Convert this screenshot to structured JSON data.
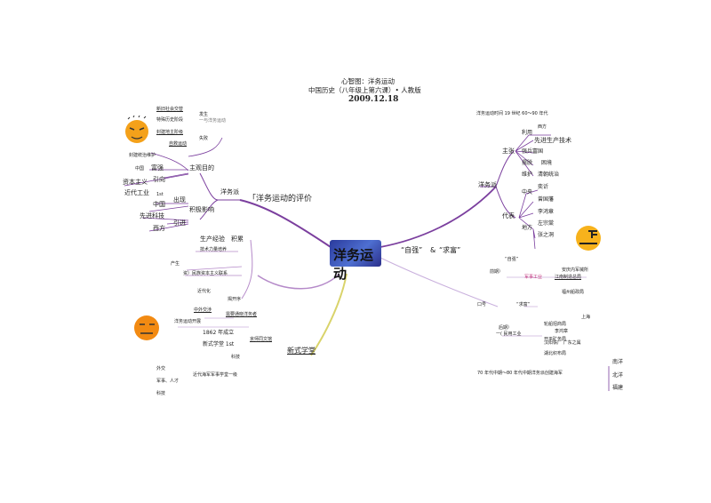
{
  "header": {
    "title": "心智图：洋务运动",
    "subtitle": "中国历史（八年级上第六课）• 人教版",
    "date": "2009.12.18"
  },
  "center": {
    "label": "洋务运动"
  },
  "left_upper": {
    "top_list": [
      "新旧社会交替",
      "特殊历史阶段",
      "封建地主阶级",
      "自救运动"
    ],
    "top_right": [
      "发生",
      "一与洋务运动",
      "失败"
    ],
    "conservative": "封建统治维护",
    "branch": "洋务派",
    "main_purpose": "主观目的",
    "objective_effect": "积极影响",
    "items": [
      "富强",
      "引向",
      "资本主义",
      "近代工业",
      "出现",
      "中国",
      "先进科技",
      "引进",
      "西方"
    ],
    "small": [
      "中国",
      "1st"
    ],
    "evaluation": "洋务运动的评价"
  },
  "left_lower": {
    "production": "生产经验",
    "accumulate": "积累",
    "tech": "技术力量培养",
    "produce": "产生",
    "bourgeoisie": "资）民族资本主义联系",
    "modernize": "近代化",
    "start": "揭开序",
    "mid_labels": [
      "中外交涉",
      "需要通晓洋务者",
      "洋务运动开展"
    ],
    "year": "1862 年成立",
    "first_school": "新式学堂 1st",
    "tongwen": "京师同文馆",
    "science": "科技",
    "new_school": "新式学堂",
    "bottom": [
      "外交",
      "军事、人才",
      "科技",
      "近代海军军事学堂一级"
    ]
  },
  "right_upper": {
    "time": "洋务运动时间 19 世纪 60～90 年代",
    "branch": "洋务派",
    "main": "主张",
    "utilize": "利用",
    "west": "西方",
    "advanced_tech": "先进生产技术",
    "goals": [
      "强兵富国",
      "摆脱",
      "困境",
      "维护",
      "清朝统治"
    ],
    "central": "中央",
    "yixin": "奕䜣",
    "representative": "代表",
    "local": "地方",
    "people": [
      "曾国藩",
      "李鸿章",
      "左宗棠",
      "张之洞"
    ],
    "self_strengthening": "“自强”",
    "wealth": "“求富”",
    "amp": "&"
  },
  "right_lower": {
    "period": "前期）",
    "anqing": "安庆内军械所",
    "jiangnan": "江南制造总局",
    "tool_label": "军事工业",
    "fuzhou": "福州船政局",
    "slogan_self": "“自强”",
    "slogan_wealth": "“求富”",
    "kouhao": "口号",
    "later": "后期）",
    "civil": "一( 民用工业",
    "shanghai": "上海",
    "lunchuan": "轮船招商局",
    "lihongzhang": "李鸿章",
    "kaiping": "开平矿务局",
    "hanyang": "汉阳铁厂 广东之属",
    "hubei": "湖北织布局",
    "navy": "70 年代中期～80 年代中期洋务派创建海军",
    "fleets": [
      "南洋",
      "北洋",
      "福建"
    ]
  }
}
